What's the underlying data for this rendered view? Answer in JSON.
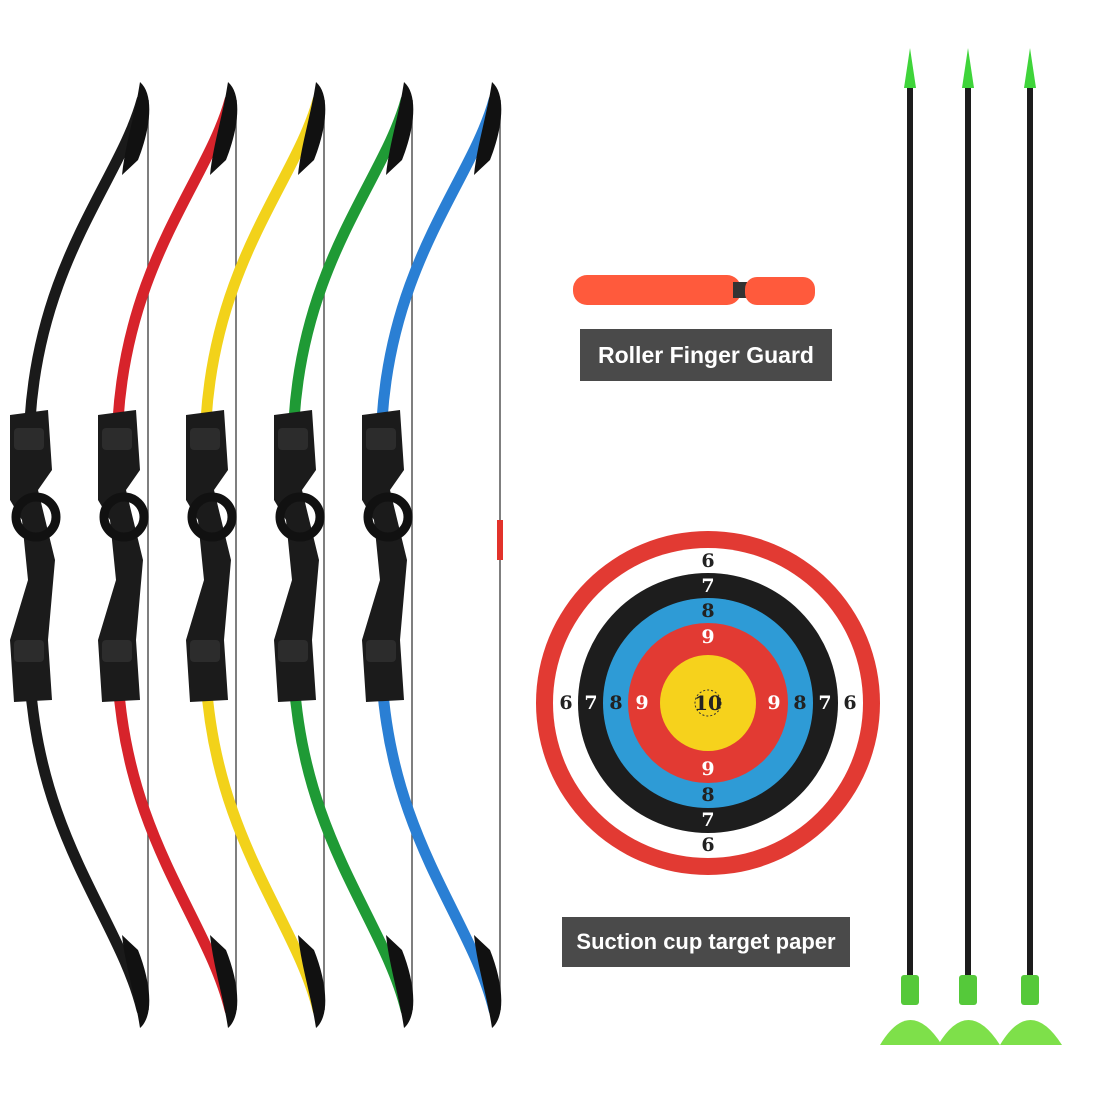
{
  "labels": {
    "finger_guard": "Roller Finger Guard",
    "target_paper": "Suction cup target paper"
  },
  "bows": [
    {
      "color": "black",
      "limb_color": "#1a1a1a"
    },
    {
      "color": "red",
      "limb_color": "#d7232b"
    },
    {
      "color": "yellow",
      "limb_color": "#f2d21a"
    },
    {
      "color": "green",
      "limb_color": "#1f9a35"
    },
    {
      "color": "blue",
      "limb_color": "#2a7fd4"
    }
  ],
  "arrows": {
    "count": 3,
    "shaft_color": "#1c1c1c",
    "tip_color": "#3fd43a",
    "cup_color": "#7ee04a"
  },
  "finger_guard": {
    "color": "#ff5a3c"
  },
  "target": {
    "rings": [
      {
        "score": "6",
        "color": "#e23a33"
      },
      {
        "score": "6",
        "color": "#ffffff"
      },
      {
        "score": "7",
        "color": "#1d1d1d"
      },
      {
        "score": "8",
        "color": "#2e9bd6"
      },
      {
        "score": "9",
        "color": "#e23a33"
      },
      {
        "score": "10",
        "color": "#f6d21c"
      }
    ],
    "numbers": {
      "top": [
        "6",
        "7",
        "8",
        "9"
      ],
      "center": "10",
      "bottom": [
        "9",
        "8",
        "7",
        "6"
      ],
      "left": [
        "6",
        "7",
        "8",
        "9"
      ],
      "right": [
        "9",
        "8",
        "7",
        "6"
      ]
    }
  }
}
